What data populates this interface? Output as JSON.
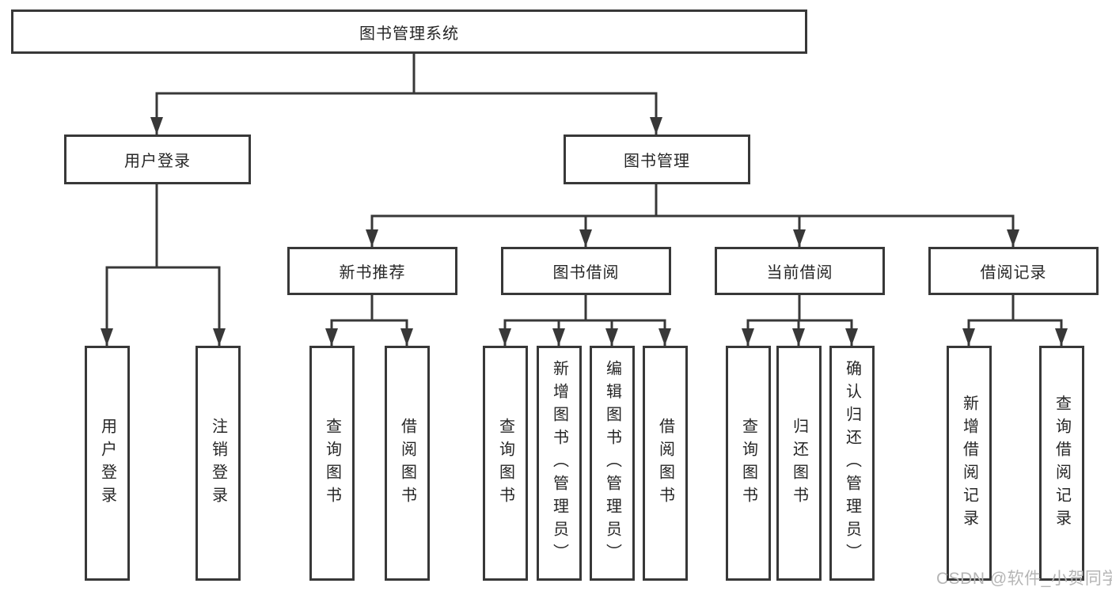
{
  "diagram": {
    "type": "hierarchy-tree",
    "title": "图书管理系统",
    "nodes": {
      "root": {
        "label": "图书管理系统"
      },
      "user_login": {
        "label": "用户登录"
      },
      "book_management": {
        "label": "图书管理"
      },
      "new_book_recommend": {
        "label": "新书推荐"
      },
      "book_borrowing": {
        "label": "图书借阅"
      },
      "current_borrowing": {
        "label": "当前借阅"
      },
      "borrowing_records": {
        "label": "借阅记录"
      },
      "leaf_user_login": {
        "label": "用户登录"
      },
      "leaf_logout": {
        "label": "注销登录"
      },
      "leaf_query_books_rec": {
        "label": "查询图书"
      },
      "leaf_borrow_books_rec": {
        "label": "借阅图书"
      },
      "leaf_query_books_bor": {
        "label": "查询图书"
      },
      "leaf_add_books_admin": {
        "label": "新增图书（管理员）"
      },
      "leaf_edit_books_admin": {
        "label": "编辑图书（管理员）"
      },
      "leaf_borrow_books_bor": {
        "label": "借阅图书"
      },
      "leaf_query_books_cur": {
        "label": "查询图书"
      },
      "leaf_return_books": {
        "label": "归还图书"
      },
      "leaf_confirm_return": {
        "label": "确认归还（管理员）"
      },
      "leaf_add_borrow_rec": {
        "label": "新增借阅记录"
      },
      "leaf_query_borrow_rec": {
        "label": "查询借阅记录"
      }
    },
    "edges": [
      {
        "from": "root",
        "to": [
          "user_login",
          "book_management"
        ]
      },
      {
        "from": "user_login",
        "to": [
          "leaf_user_login",
          "leaf_logout"
        ]
      },
      {
        "from": "book_management",
        "to": [
          "new_book_recommend",
          "book_borrowing",
          "current_borrowing",
          "borrowing_records"
        ]
      },
      {
        "from": "new_book_recommend",
        "to": [
          "leaf_query_books_rec",
          "leaf_borrow_books_rec"
        ]
      },
      {
        "from": "book_borrowing",
        "to": [
          "leaf_query_books_bor",
          "leaf_add_books_admin",
          "leaf_edit_books_admin",
          "leaf_borrow_books_bor"
        ]
      },
      {
        "from": "current_borrowing",
        "to": [
          "leaf_query_books_cur",
          "leaf_return_books",
          "leaf_confirm_return"
        ]
      },
      {
        "from": "borrowing_records",
        "to": [
          "leaf_add_borrow_rec",
          "leaf_query_borrow_rec"
        ]
      }
    ],
    "colors": {
      "background": "#ffffff",
      "box_border": "#383838",
      "connector_line": "#383838",
      "text": "#262626",
      "watermark_text": "#b5b5b5"
    }
  },
  "watermark": {
    "text": "CSDN @软件_小贺同学"
  }
}
